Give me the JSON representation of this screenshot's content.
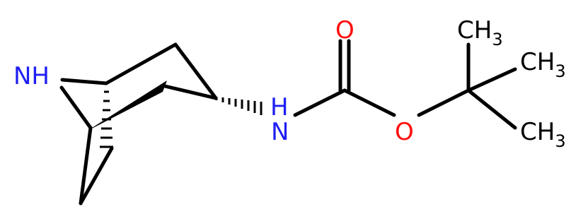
{
  "colors": {
    "bond": "#000000",
    "N": "#1f1ff4",
    "O": "#ff0d0d",
    "C": "#000000"
  },
  "atoms": {
    "n_ring": "NH",
    "n_amide": "N",
    "h_amide": "H",
    "o_carbonyl": "O",
    "o_ester": "O",
    "methyl_1": {
      "base": "CH",
      "sub": "3"
    },
    "methyl_2": {
      "base": "CH",
      "sub": "3"
    },
    "methyl_3": {
      "base": "CH",
      "sub": "3"
    }
  }
}
